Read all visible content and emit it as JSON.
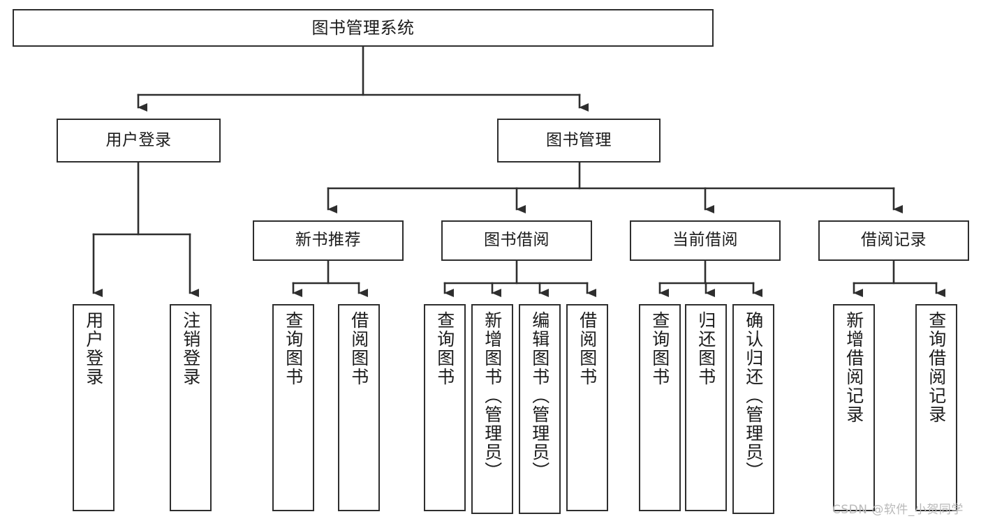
{
  "diagram": {
    "title": "图书管理系统",
    "type": "tree-hierarchy-diagram",
    "colors": {
      "box_border": "#2e2e2e",
      "box_fill": "#ffffff",
      "edge": "#2e2e2e",
      "text": "#1b1b1b",
      "watermark": "#b9b9b9",
      "background": "#ffffff"
    },
    "nodes": {
      "root": {
        "label": "图书管理系统",
        "orientation": "horizontal"
      },
      "level2": [
        {
          "id": "user-login",
          "label": "用户登录",
          "orientation": "horizontal"
        },
        {
          "id": "book-management",
          "label": "图书管理",
          "orientation": "horizontal"
        }
      ],
      "level3": [
        {
          "id": "new-book-recommend",
          "label": "新书推荐",
          "orientation": "horizontal"
        },
        {
          "id": "book-borrow",
          "label": "图书借阅",
          "orientation": "horizontal"
        },
        {
          "id": "current-borrow",
          "label": "当前借阅",
          "orientation": "horizontal"
        },
        {
          "id": "borrow-record",
          "label": "借阅记录",
          "orientation": "horizontal"
        }
      ],
      "leaves": {
        "user-login": [
          {
            "id": "leaf-user-login",
            "label": "用户登录",
            "orientation": "vertical"
          },
          {
            "id": "leaf-logout",
            "label": "注销登录",
            "orientation": "vertical"
          }
        ],
        "new-book-recommend": [
          {
            "id": "leaf-query-book-1",
            "label": "查询图书",
            "orientation": "vertical"
          },
          {
            "id": "leaf-borrow-book-1",
            "label": "借阅图书",
            "orientation": "vertical"
          }
        ],
        "book-borrow": [
          {
            "id": "leaf-query-book-2",
            "label": "查询图书",
            "orientation": "vertical"
          },
          {
            "id": "leaf-add-book",
            "label": "新增图书（管理员）",
            "orientation": "vertical"
          },
          {
            "id": "leaf-edit-book",
            "label": "编辑图书（管理员）",
            "orientation": "vertical"
          },
          {
            "id": "leaf-borrow-book-2",
            "label": "借阅图书",
            "orientation": "vertical"
          }
        ],
        "current-borrow": [
          {
            "id": "leaf-query-book-3",
            "label": "查询图书",
            "orientation": "vertical"
          },
          {
            "id": "leaf-return-book",
            "label": "归还图书",
            "orientation": "vertical"
          },
          {
            "id": "leaf-confirm-return",
            "label": "确认归还（管理员）",
            "orientation": "vertical"
          }
        ],
        "borrow-record": [
          {
            "id": "leaf-add-record",
            "label": "新增借阅记录",
            "orientation": "vertical"
          },
          {
            "id": "leaf-query-record",
            "label": "查询借阅记录",
            "orientation": "vertical"
          }
        ]
      }
    },
    "watermark": "CSDN @软件_小贺同学"
  }
}
